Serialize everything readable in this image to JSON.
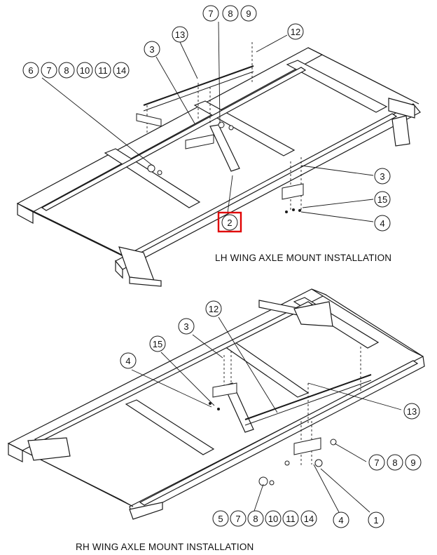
{
  "captions": {
    "lh": "LH WING AXLE MOUNT INSTALLATION",
    "rh": "RH WING AXLE MOUNT INSTALLATION"
  },
  "balloons": {
    "lh": {
      "b_789": [
        "7",
        "8",
        "9"
      ],
      "b_13": "13",
      "b_12": "12",
      "b_3_top": "3",
      "b_hw": [
        "6",
        "7",
        "8",
        "10",
        "11",
        "14"
      ],
      "b_3_right": "3",
      "b_15": "15",
      "b_2": "2",
      "b_4": "4"
    },
    "rh": {
      "b_12": "12",
      "b_3": "3",
      "b_15": "15",
      "b_4_left": "4",
      "b_13": "13",
      "b_789": [
        "7",
        "8",
        "9"
      ],
      "b_hw": [
        "5",
        "7",
        "8",
        "10",
        "11",
        "14"
      ],
      "b_4_bottom": "4",
      "b_1": "1"
    }
  },
  "colors": {
    "line": "#1a1a1a",
    "highlight": "#e00000",
    "background": "#ffffff"
  }
}
